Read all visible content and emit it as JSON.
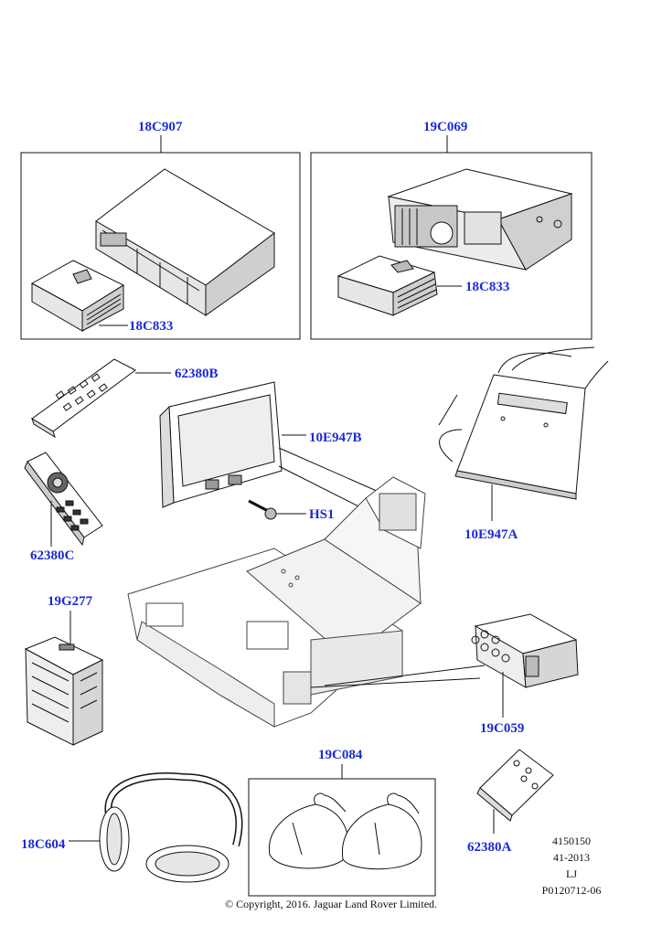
{
  "labels": {
    "l_18C907": "18C907",
    "l_19C069": "19C069",
    "l_18C833a": "18C833",
    "l_18C833b": "18C833",
    "l_62380B": "62380B",
    "l_10E947B": "10E947B",
    "l_HS1": "HS1",
    "l_10E947A": "10E947A",
    "l_62380C": "62380C",
    "l_19G277": "19G277",
    "l_19C059": "19C059",
    "l_19C084": "19C084",
    "l_18C604": "18C604",
    "l_62380A": "62380A"
  },
  "meta": {
    "line1": "4150150",
    "line2": "41-2013",
    "line3": "LJ",
    "line4": "P0120712-06"
  },
  "copyright": "© Copyright, 2016. Jaguar Land Rover Limited.",
  "colors": {
    "label": "#1a2bd6",
    "line": "#111111",
    "shade": "#d9d9d9"
  }
}
